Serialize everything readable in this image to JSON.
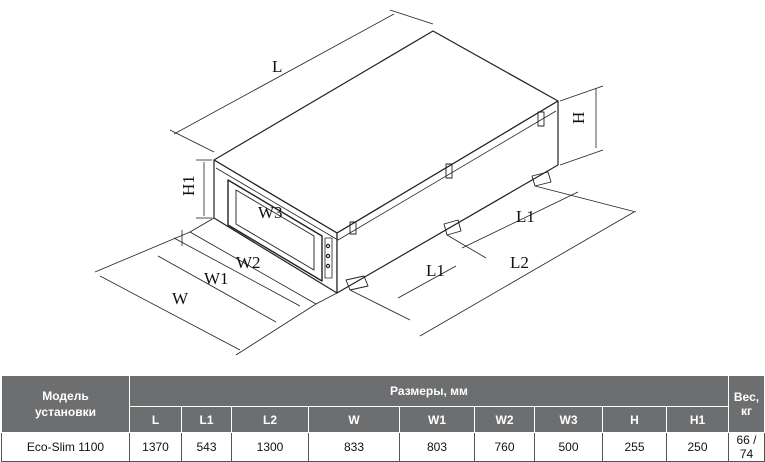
{
  "drawing": {
    "dimension_labels": {
      "L": "L",
      "H": "H",
      "H1": "H1",
      "W3": "W3",
      "W2": "W2",
      "W1": "W1",
      "W": "W",
      "L1_a": "L1",
      "L1_b": "L1",
      "L2": "L2"
    }
  },
  "table": {
    "model_header_line1": "Модель",
    "model_header_line2": "установки",
    "dimensions_header": "Размеры, мм",
    "weight_header_line1": "Вес,",
    "weight_header_line2": "кг",
    "columns": [
      "L",
      "L1",
      "L2",
      "W",
      "W1",
      "W2",
      "W3",
      "H",
      "H1"
    ],
    "rows": [
      {
        "model": "Eco-Slim 1100",
        "values": [
          "1370",
          "543",
          "1300",
          "833",
          "803",
          "760",
          "500",
          "255",
          "250"
        ],
        "weight": "66 / 74"
      }
    ]
  }
}
